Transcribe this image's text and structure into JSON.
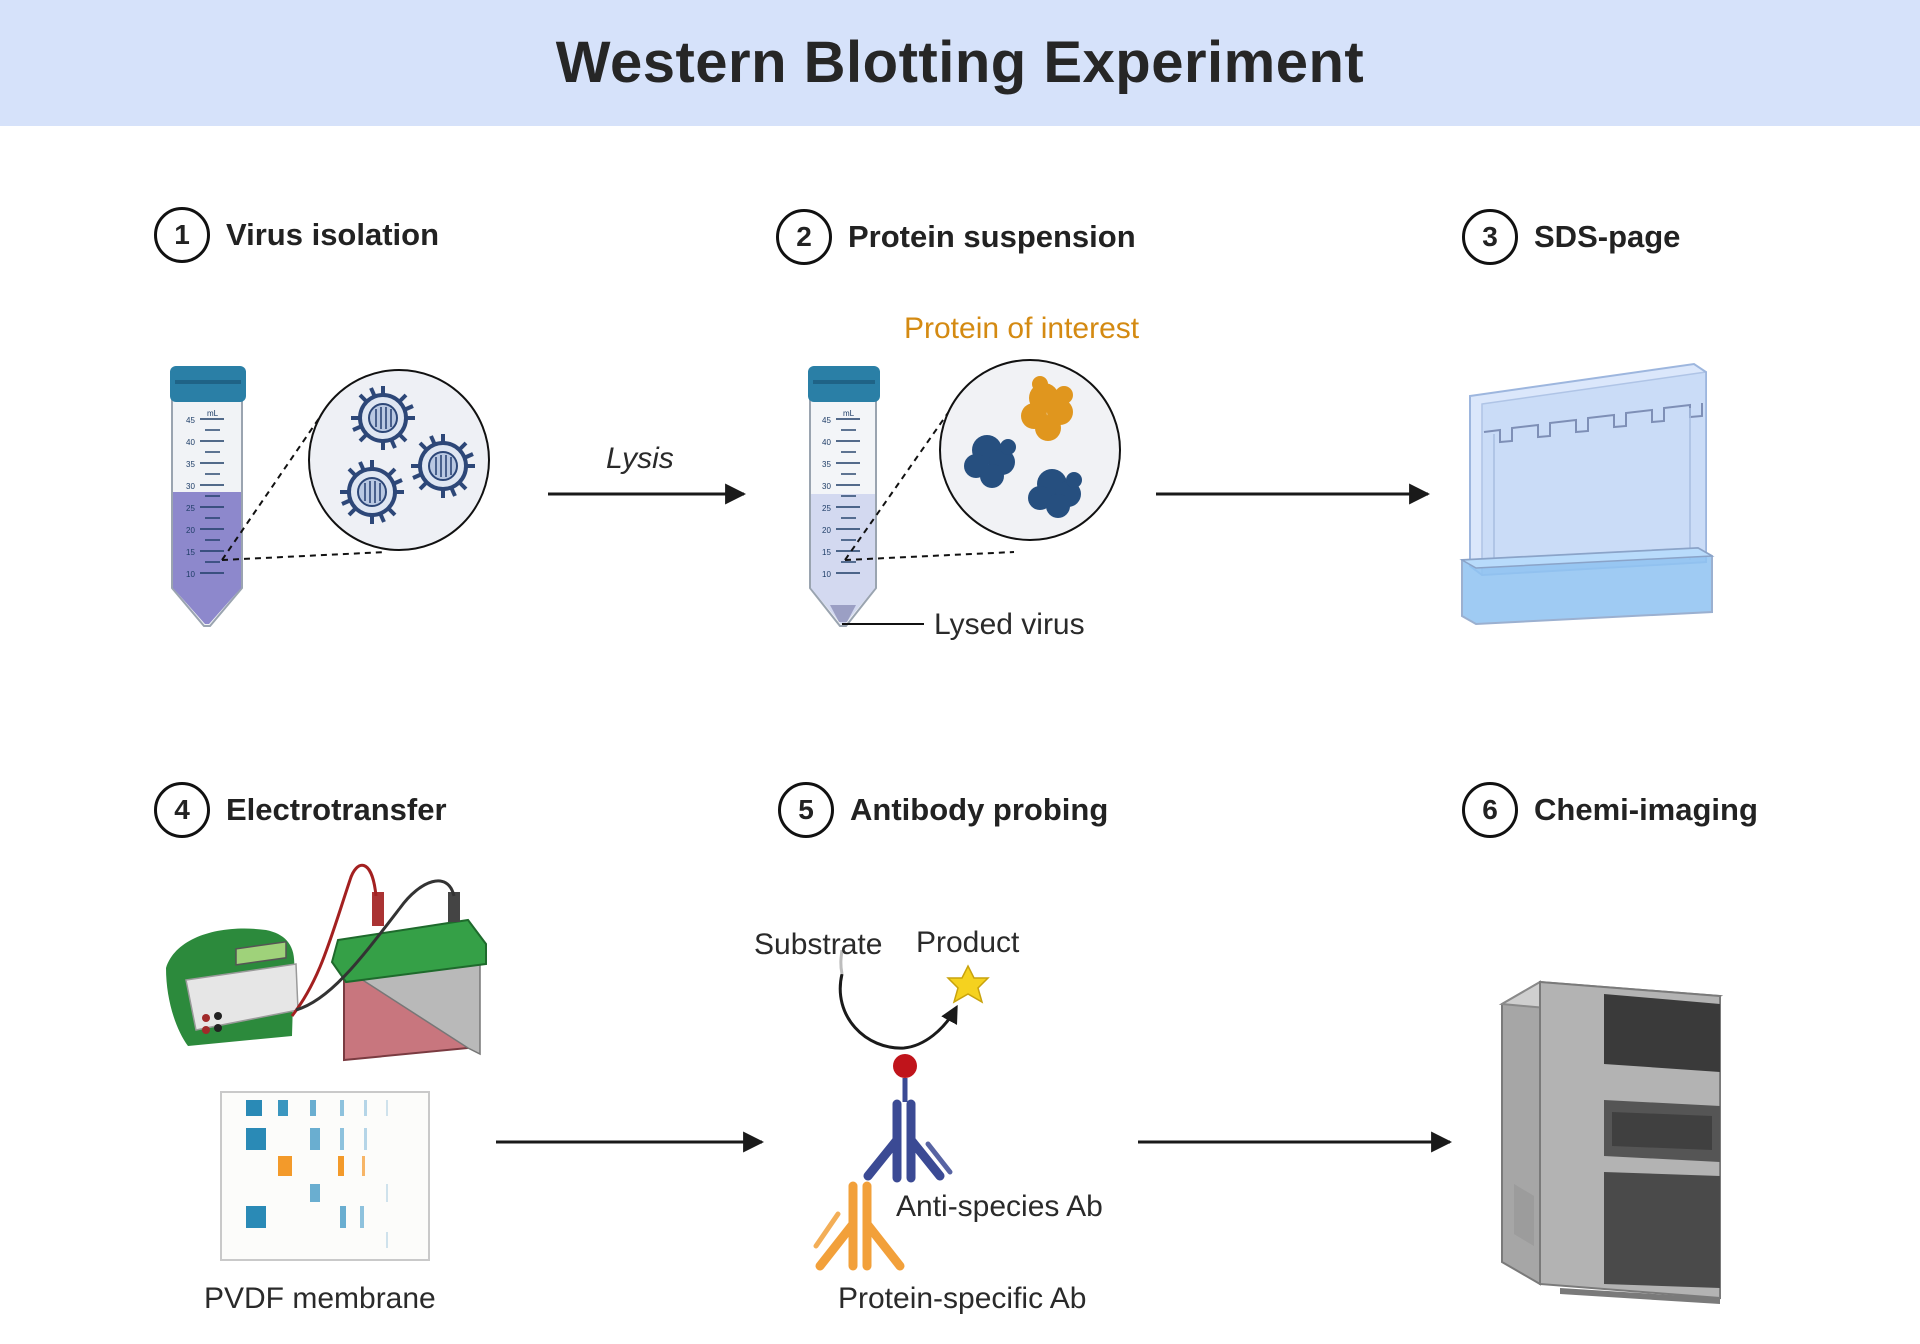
{
  "title": "Western Blotting Experiment",
  "steps": [
    {
      "number": "1",
      "label": "Virus isolation"
    },
    {
      "number": "2",
      "label": "Protein suspension"
    },
    {
      "number": "3",
      "label": "SDS-page"
    },
    {
      "number": "4",
      "label": "Electrotransfer"
    },
    {
      "number": "5",
      "label": "Antibody probing"
    },
    {
      "number": "6",
      "label": "Chemi-imaging"
    }
  ],
  "labels": {
    "lysis": "Lysis",
    "protein_of_interest": "Protein of interest",
    "lysed_virus": "Lysed virus",
    "pvdf_membrane": "PVDF membrane",
    "substrate": "Substrate",
    "product": "Product",
    "anti_species_ab": "Anti-species Ab",
    "protein_specific_ab": "Protein-specific Ab"
  },
  "tube_scale": {
    "unit": "mL",
    "marks": [
      "45",
      "40",
      "35",
      "30",
      "25",
      "20",
      "15",
      "10"
    ]
  },
  "colors": {
    "header_bg": "#d6e2fa",
    "tube_cap": "#2a7fa6",
    "tube_liquid": "#7b74c4",
    "virus": "#2d4778",
    "protein_target": "#e0961e",
    "protein_other": "#264f7f",
    "protein_label": "#d48a12",
    "gel": "#bcd3f4",
    "gel_buffer": "#8fc3f2",
    "membrane_blue": "#2a8ab6",
    "membrane_orange": "#f39a2a",
    "anti_species_ab": "#3b4a94",
    "protein_specific_ab": "#f2a03a",
    "enzyme": "#c0141b",
    "product_star": "#f5d21f",
    "power_supply": "#2c8a3c",
    "tank_lid": "#35a047",
    "tank_gel": "#c8767e",
    "imager": "#8f8f8f"
  },
  "icons": [
    "test-tube-icon",
    "virus-icon",
    "protein-icon",
    "arrow-right-icon",
    "gel-cassette-icon",
    "power-supply-icon",
    "transfer-tank-icon",
    "membrane-icon",
    "antibody-icon",
    "enzyme-icon",
    "star-icon",
    "imager-icon"
  ]
}
